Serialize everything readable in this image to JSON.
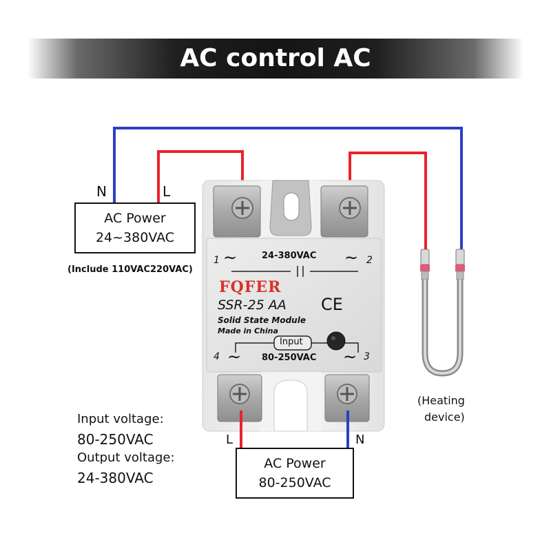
{
  "title": "AC control AC",
  "colors": {
    "live_wire": "#e8232a",
    "neutral_wire": "#2c3fc6"
  },
  "power_top": {
    "n_label": "N",
    "l_label": "L",
    "line1": "AC Power",
    "line2": "24~380VAC",
    "note": "(Include 110VAC220VAC)"
  },
  "relay": {
    "brand": "FQFER",
    "model": "SSR-25 AA",
    "line1": "Solid State Module",
    "line2": "Made in China",
    "ce_mark": "CE",
    "output_voltage": "24-380VAC",
    "input_label": "Input",
    "input_voltage": "80-250VAC",
    "terminal_1": "1",
    "terminal_2": "2",
    "terminal_3": "3",
    "terminal_4": "4",
    "tilde": "~",
    "mount_icon": "mounting-slot-icon",
    "screw_icon": "screw-terminal-icon"
  },
  "heater": {
    "icon": "heating-element-icon",
    "line1": "(Heating",
    "line2": "device)"
  },
  "specs": {
    "input_label": "Input voltage:",
    "input_value": "80-250VAC",
    "output_label": "Output voltage:",
    "output_value": "24-380VAC"
  },
  "power_bottom": {
    "l_label": "L",
    "n_label": "N",
    "line1": "AC Power",
    "line2": "80-250VAC"
  }
}
